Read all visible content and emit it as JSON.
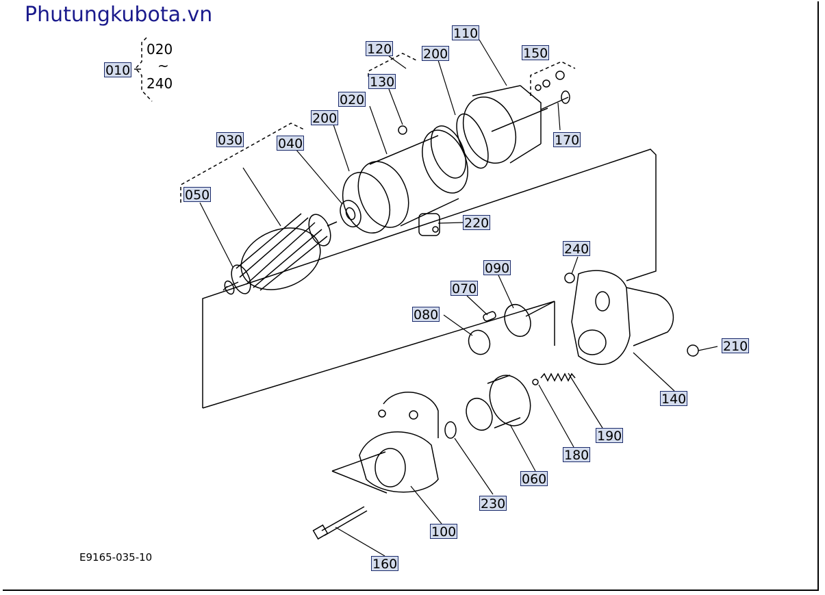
{
  "site_title": "Phutungkubota.vn",
  "diagram_code": "E9165-035-10",
  "range": {
    "from": "020",
    "sep": "~",
    "to": "240"
  },
  "parts": [
    {
      "id": "010"
    },
    {
      "id": "120"
    },
    {
      "id": "200"
    },
    {
      "id": "110"
    },
    {
      "id": "150"
    },
    {
      "id": "130"
    },
    {
      "id": "020"
    },
    {
      "id": "200"
    },
    {
      "id": "030"
    },
    {
      "id": "040"
    },
    {
      "id": "170"
    },
    {
      "id": "050"
    },
    {
      "id": "220"
    },
    {
      "id": "240"
    },
    {
      "id": "090"
    },
    {
      "id": "070"
    },
    {
      "id": "080"
    },
    {
      "id": "210"
    },
    {
      "id": "140"
    },
    {
      "id": "190"
    },
    {
      "id": "180"
    },
    {
      "id": "060"
    },
    {
      "id": "230"
    },
    {
      "id": "100"
    },
    {
      "id": "160"
    }
  ]
}
